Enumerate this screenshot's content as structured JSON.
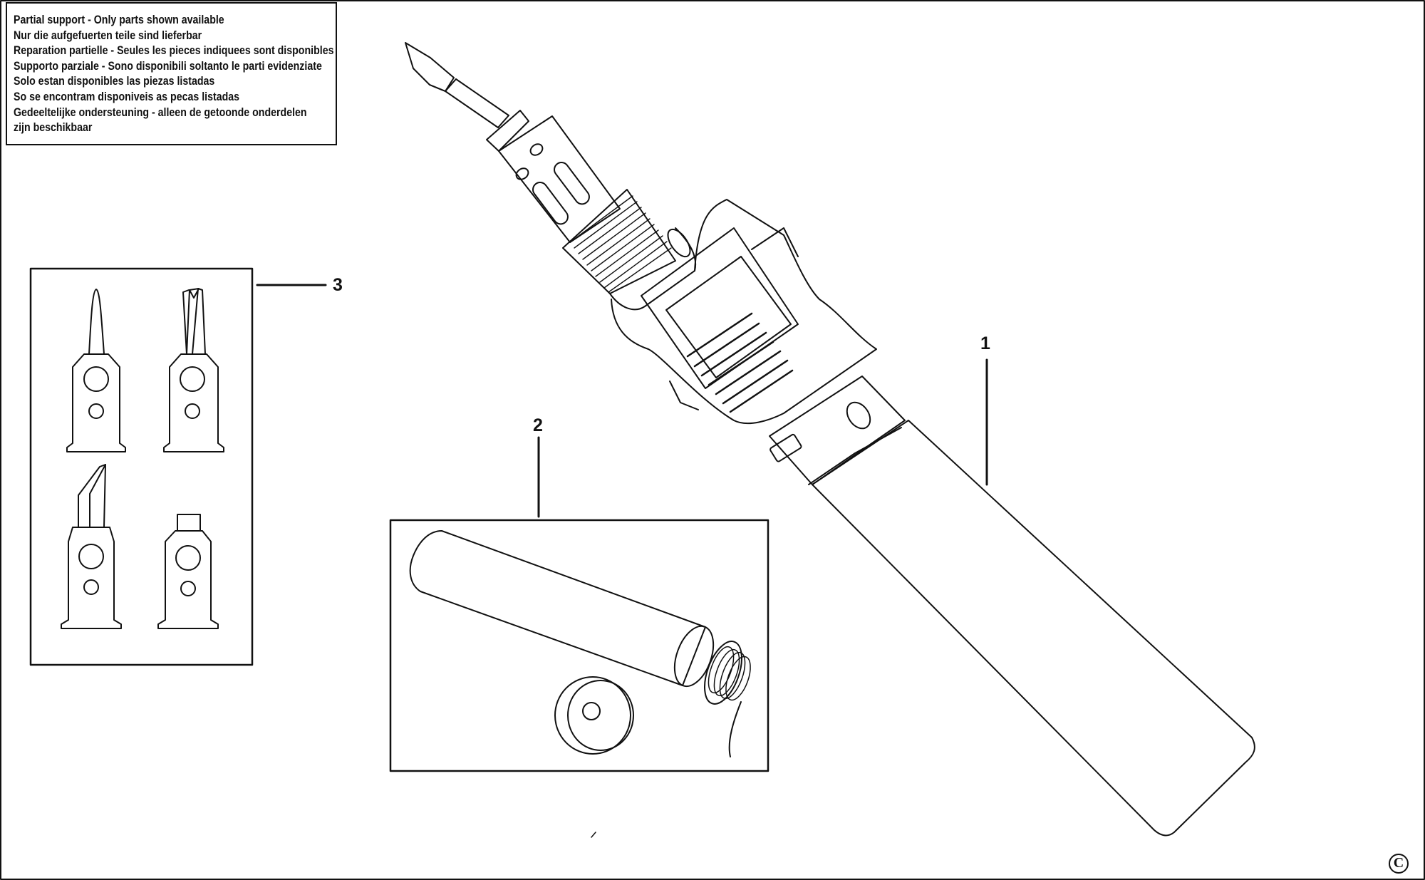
{
  "notice": {
    "lines": [
      "Partial support - Only parts shown available",
      "Nur die aufgefuerten teile sind lieferbar",
      "Reparation partielle - Seules les pieces indiquees sont disponibles",
      "Supporto parziale - Sono disponibili soltanto le parti evidenziate",
      "Solo estan disponibles las piezas listadas",
      "So se encontram disponiveis as pecas listadas",
      "Gedeeltelijke ondersteuning - alleen de getoonde onderdelen",
      "zijn beschikbaar"
    ]
  },
  "callouts": {
    "part_1": "1",
    "part_2": "2",
    "part_3": "3"
  },
  "copyright_symbol": "C",
  "icons": {
    "soldering_iron": "gas-soldering-iron-icon",
    "gas_cartridge": "gas-cartridge-icon",
    "tip_set": "soldering-tips-icon"
  },
  "colors": {
    "line": "#111111",
    "background": "#ffffff"
  }
}
